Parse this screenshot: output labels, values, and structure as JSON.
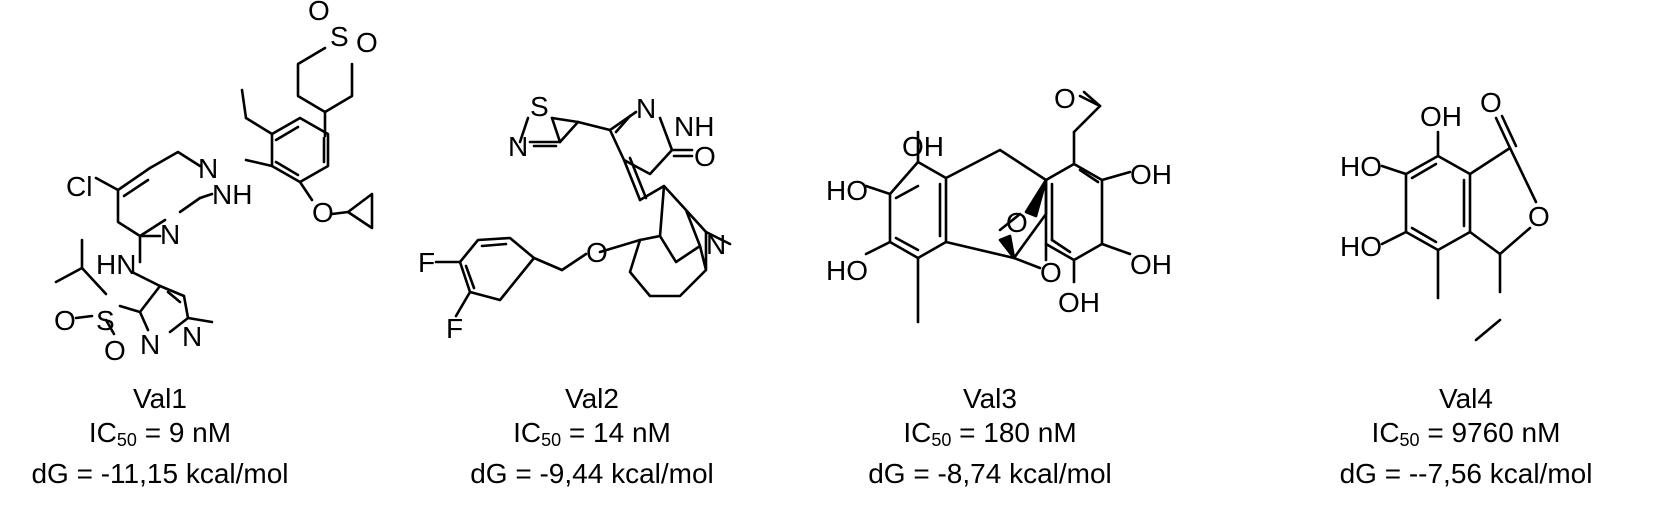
{
  "figure": {
    "compounds": [
      {
        "name": "Val1",
        "ic50_label": "IC",
        "ic50_subscript": "50",
        "ic50_rest": " = 9 nM",
        "dg": "dG = -11,15 kcal/mol",
        "atom_labels": {
          "cl": "Cl",
          "nh_a": "NH",
          "nh_b": "HN",
          "n_a": "N",
          "n_b": "N",
          "n_c": "N",
          "n_d": "N",
          "o_a": "O",
          "o_b": "O",
          "s_a": "S",
          "s_b": "S",
          "o_c": "O",
          "o_d": "O",
          "o_e": "O"
        }
      },
      {
        "name": "Val2",
        "ic50_label": "IC",
        "ic50_subscript": "50",
        "ic50_rest": " = 14 nM",
        "dg": "dG = -9,44 kcal/mol",
        "atom_labels": {
          "s": "S",
          "n_a": "N",
          "n_b": "N",
          "nh": "NH",
          "o_a": "O",
          "f_a": "F",
          "f_b": "F",
          "o_b": "O",
          "n_c": "N"
        }
      },
      {
        "name": "Val3",
        "ic50_label": "IC",
        "ic50_subscript": "50",
        "ic50_rest": " = 180 nM",
        "dg": "dG = -8,74 kcal/mol",
        "atom_labels": {
          "oh_a": "OH",
          "ho_a": "HO",
          "ho_b": "HO",
          "o_a": "O",
          "o_b": "O",
          "o_c": "O",
          "oh_b": "OH",
          "oh_c": "OH",
          "oh_d": "OH"
        }
      },
      {
        "name": "Val4",
        "ic50_label": "IC",
        "ic50_subscript": "50",
        "ic50_rest": " = 9760 nM",
        "dg": "dG = --7,56 kcal/mol",
        "atom_labels": {
          "oh": "OH",
          "ho_a": "HO",
          "ho_b": "HO",
          "o_a": "O",
          "o_b": "O"
        }
      }
    ]
  }
}
